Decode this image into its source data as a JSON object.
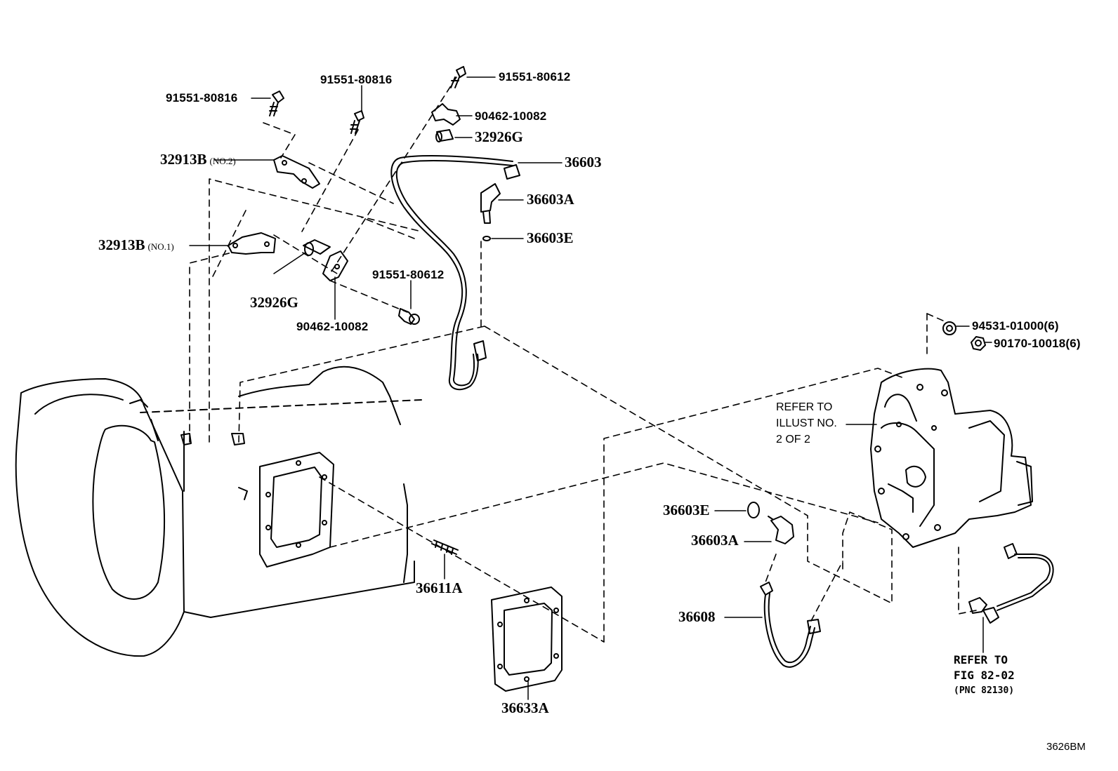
{
  "diagram_id": "3626BM",
  "callouts": {
    "bolt_91551_80816_left": "91551-80816",
    "bolt_91551_80816_mid": "91551-80816",
    "bolt_91551_80612_top": "91551-80612",
    "clamp_90462_10082_top": "90462-10082",
    "spacer_32926G_top": "32926G",
    "pipe_36603": "36603",
    "union_36603A_top": "36603A",
    "gasket_36603E_top": "36603E",
    "bracket_32913B_no2": "32913B",
    "bracket_32913B_no2_qual": "(NO.2)",
    "bracket_32913B_no1": "32913B",
    "bracket_32913B_no1_qual": "(NO.1)",
    "bolt_91551_80612_mid": "91551-80612",
    "spacer_32926G_mid": "32926G",
    "clamp_90462_10082_mid": "90462-10082",
    "washer_94531_01000": "94531-01000(6)",
    "nut_90170_10018": "90170-10018(6)",
    "gasket_36603E_bottom": "36603E",
    "union_36603A_bottom": "36603A",
    "stud_36611A": "36611A",
    "tube_36608": "36608",
    "cover_36633A": "36633A"
  },
  "notes": {
    "refer_illust": [
      "REFER TO",
      "ILLUST NO.",
      "2 OF 2"
    ],
    "refer_fig": [
      "REFER TO",
      "FIG 82-02",
      "(PNC 82130)"
    ]
  }
}
